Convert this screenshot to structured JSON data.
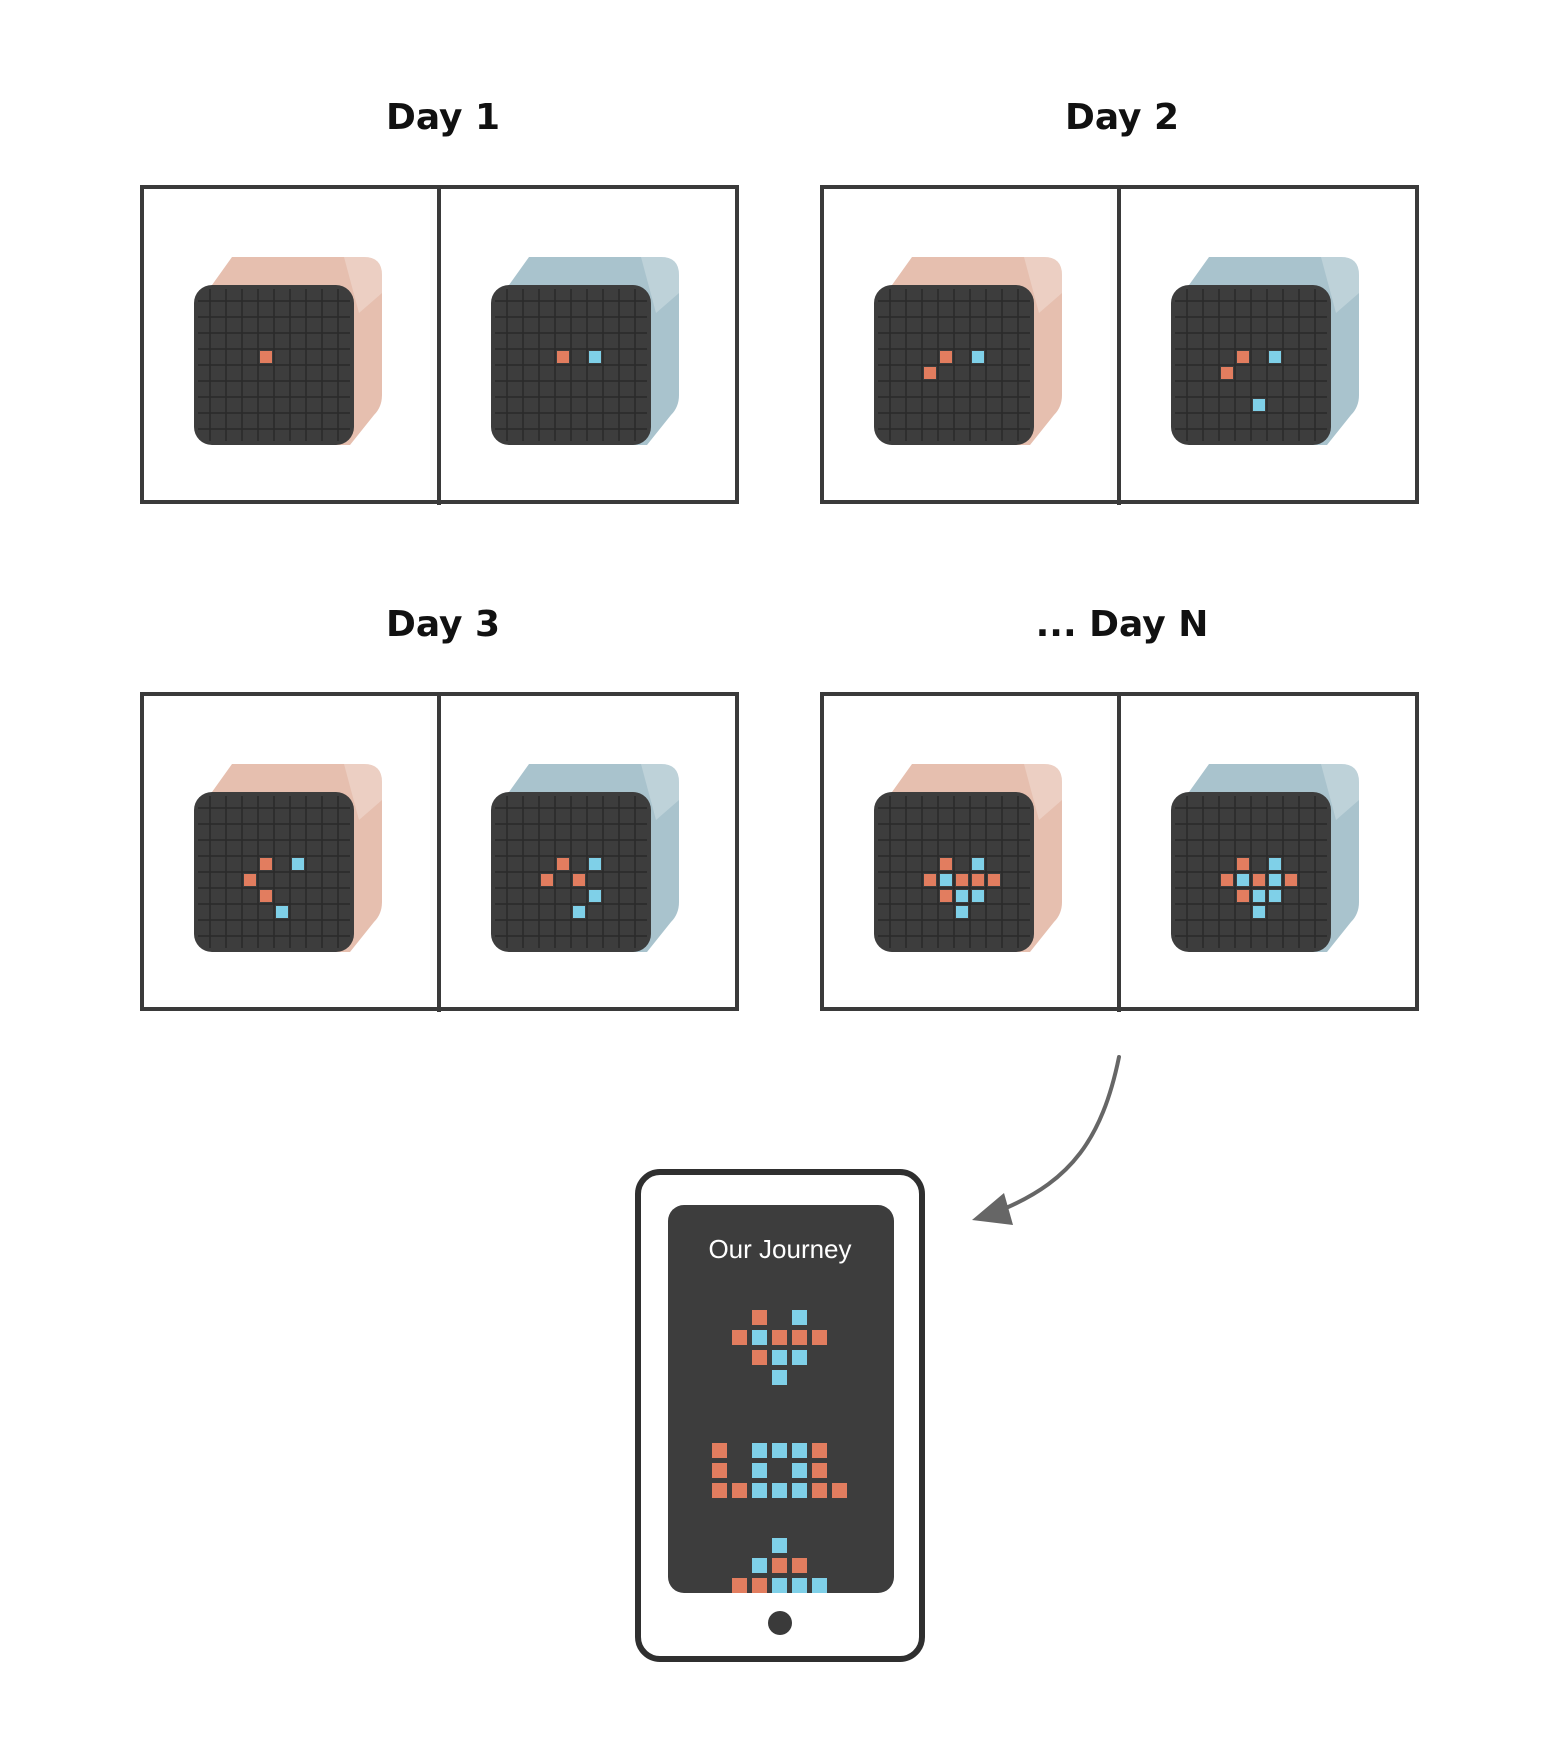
{
  "days": [
    {
      "label": "Day 1",
      "devices": [
        {
          "body_color": "#e6bfaf",
          "side_color": "#e7b6a7",
          "lit": [
            [
              4,
              4,
              "orange"
            ]
          ]
        },
        {
          "body_color": "#a9c3cd",
          "side_color": "#aec8d1",
          "lit": [
            [
              4,
              4,
              "orange"
            ],
            [
              4,
              6,
              "blue"
            ]
          ]
        }
      ]
    },
    {
      "label": "Day 2",
      "devices": [
        {
          "body_color": "#e6bfaf",
          "side_color": "#e7b6a7",
          "lit": [
            [
              4,
              4,
              "orange"
            ],
            [
              4,
              6,
              "blue"
            ],
            [
              5,
              3,
              "orange"
            ]
          ]
        },
        {
          "body_color": "#a9c3cd",
          "side_color": "#aec8d1",
          "lit": [
            [
              4,
              4,
              "orange"
            ],
            [
              4,
              6,
              "blue"
            ],
            [
              5,
              3,
              "orange"
            ],
            [
              7,
              5,
              "blue"
            ]
          ]
        }
      ]
    },
    {
      "label": "Day 3",
      "devices": [
        {
          "body_color": "#e6bfaf",
          "side_color": "#e7b6a7",
          "lit": [
            [
              4,
              4,
              "orange"
            ],
            [
              4,
              6,
              "blue"
            ],
            [
              5,
              3,
              "orange"
            ],
            [
              6,
              4,
              "orange"
            ],
            [
              7,
              5,
              "blue"
            ]
          ]
        },
        {
          "body_color": "#a9c3cd",
          "side_color": "#aec8d1",
          "lit": [
            [
              4,
              4,
              "orange"
            ],
            [
              4,
              6,
              "blue"
            ],
            [
              5,
              3,
              "orange"
            ],
            [
              5,
              5,
              "orange"
            ],
            [
              6,
              6,
              "blue"
            ],
            [
              7,
              5,
              "blue"
            ]
          ]
        }
      ]
    },
    {
      "label": "... Day N",
      "devices": [
        {
          "body_color": "#e6bfaf",
          "side_color": "#e7b6a7",
          "lit": [
            [
              4,
              4,
              "orange"
            ],
            [
              4,
              6,
              "blue"
            ],
            [
              5,
              3,
              "orange"
            ],
            [
              5,
              4,
              "blue"
            ],
            [
              5,
              5,
              "orange"
            ],
            [
              5,
              6,
              "orange"
            ],
            [
              5,
              7,
              "orange"
            ],
            [
              6,
              4,
              "orange"
            ],
            [
              6,
              5,
              "blue"
            ],
            [
              6,
              6,
              "blue"
            ],
            [
              7,
              5,
              "blue"
            ]
          ]
        },
        {
          "body_color": "#a9c3cd",
          "side_color": "#aec8d1",
          "lit": [
            [
              4,
              4,
              "orange"
            ],
            [
              4,
              6,
              "blue"
            ],
            [
              5,
              3,
              "orange"
            ],
            [
              5,
              4,
              "blue"
            ],
            [
              5,
              5,
              "orange"
            ],
            [
              5,
              6,
              "blue"
            ],
            [
              5,
              7,
              "orange"
            ],
            [
              6,
              4,
              "orange"
            ],
            [
              6,
              5,
              "blue"
            ],
            [
              6,
              6,
              "blue"
            ],
            [
              7,
              5,
              "blue"
            ]
          ]
        }
      ]
    }
  ],
  "colors": {
    "orange": "#e27d5f",
    "blue": "#7fd0e8",
    "screen": "#3d3d3d",
    "grid": "#2a2a2a",
    "frame": "#3a3a3a",
    "arrow": "#666666"
  },
  "phone": {
    "title": "Our Journey",
    "patterns": [
      {
        "name": "heart",
        "lit": [
          [
            0,
            1,
            "orange"
          ],
          [
            0,
            3,
            "blue"
          ],
          [
            1,
            0,
            "orange"
          ],
          [
            1,
            1,
            "blue"
          ],
          [
            1,
            2,
            "orange"
          ],
          [
            1,
            3,
            "orange"
          ],
          [
            1,
            4,
            "orange"
          ],
          [
            2,
            1,
            "orange"
          ],
          [
            2,
            2,
            "blue"
          ],
          [
            2,
            3,
            "blue"
          ],
          [
            3,
            2,
            "blue"
          ]
        ]
      },
      {
        "name": "lol",
        "lit": [
          [
            0,
            0,
            "orange"
          ],
          [
            0,
            2,
            "blue"
          ],
          [
            0,
            3,
            "blue"
          ],
          [
            0,
            4,
            "blue"
          ],
          [
            0,
            5,
            "orange"
          ],
          [
            1,
            0,
            "orange"
          ],
          [
            1,
            2,
            "blue"
          ],
          [
            1,
            4,
            "blue"
          ],
          [
            1,
            5,
            "orange"
          ],
          [
            2,
            0,
            "orange"
          ],
          [
            2,
            1,
            "orange"
          ],
          [
            2,
            2,
            "blue"
          ],
          [
            2,
            3,
            "blue"
          ],
          [
            2,
            4,
            "blue"
          ],
          [
            2,
            5,
            "orange"
          ],
          [
            2,
            6,
            "orange"
          ]
        ]
      },
      {
        "name": "partial",
        "lit": [
          [
            0,
            2,
            "blue"
          ],
          [
            1,
            1,
            "blue"
          ],
          [
            1,
            2,
            "orange"
          ],
          [
            1,
            3,
            "orange"
          ],
          [
            2,
            0,
            "orange"
          ],
          [
            2,
            1,
            "orange"
          ],
          [
            2,
            2,
            "blue"
          ],
          [
            2,
            3,
            "blue"
          ],
          [
            2,
            4,
            "blue"
          ]
        ]
      }
    ]
  }
}
